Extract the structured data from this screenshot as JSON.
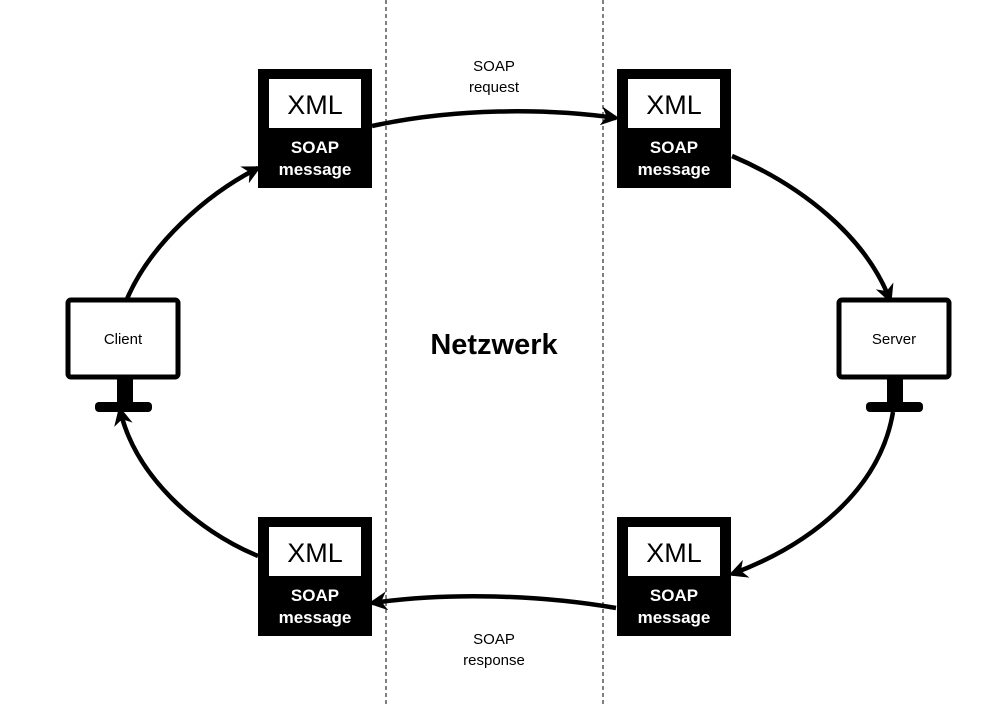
{
  "network": {
    "label": "Netzwerk"
  },
  "nodes": {
    "client": {
      "label": "Client",
      "icon": "monitor-icon"
    },
    "server": {
      "label": "Server",
      "icon": "monitor-icon"
    }
  },
  "messages": {
    "top_left": {
      "header": "XML",
      "line1": "SOAP",
      "line2": "message"
    },
    "top_right": {
      "header": "XML",
      "line1": "SOAP",
      "line2": "message"
    },
    "bottom_left": {
      "header": "XML",
      "line1": "SOAP",
      "line2": "message"
    },
    "bottom_right": {
      "header": "XML",
      "line1": "SOAP",
      "line2": "message"
    }
  },
  "edges": {
    "request": {
      "line1": "SOAP",
      "line2": "request"
    },
    "response": {
      "line1": "SOAP",
      "line2": "response"
    }
  },
  "colors": {
    "ink": "#000000",
    "paper": "#ffffff"
  }
}
